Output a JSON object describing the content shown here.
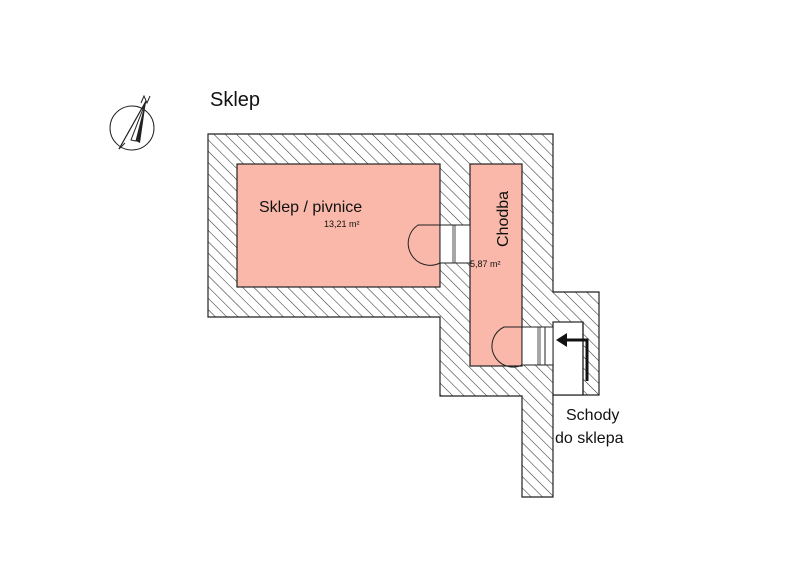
{
  "plan": {
    "title": "Sklep",
    "colors": {
      "room_fill": "#f9b8a9",
      "wall_hatch": "#333333",
      "wall_fill": "#ffffff",
      "outline": "#222222"
    },
    "rooms": [
      {
        "name": "Sklep / pivnice",
        "area": "13,21 m²"
      },
      {
        "name": "Chodba",
        "area": "5,87 m²"
      }
    ],
    "stairs_label_line1": "Schody",
    "stairs_label_line2": "do sklepa",
    "compass_icon": "north-arrow-icon"
  }
}
